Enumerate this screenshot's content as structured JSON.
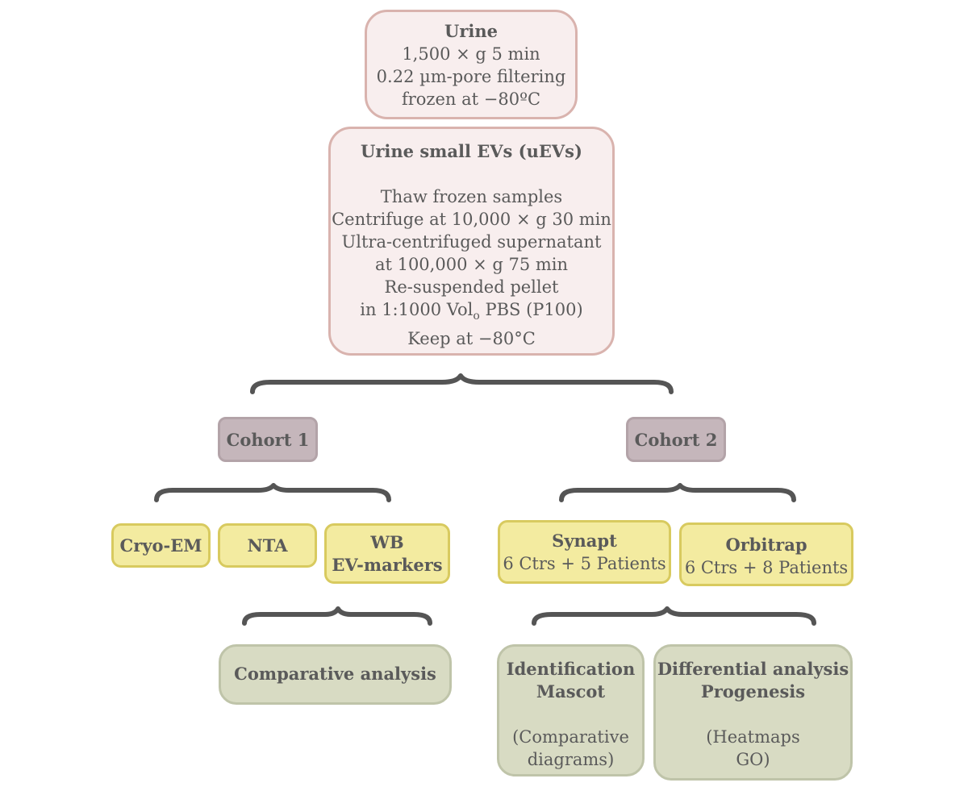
{
  "urine": {
    "title": "Urine",
    "lines": [
      "1,500 × g 5 min",
      "0.22 µm-pore filtering",
      "frozen at −80ºC"
    ]
  },
  "uevs": {
    "title": "Urine small EVs (uEVs)",
    "lines": [
      "Thaw frozen samples",
      "Centrifuge at 10,000 × g 30 min",
      "Ultra-centrifuged supernatant",
      "at 100,000 × g 75 min",
      "Re-suspended pellet"
    ],
    "pbs_prefix": "in 1:1000 Vol",
    "pbs_subscript": "o",
    "pbs_suffix": " PBS (P100)",
    "keep": "Keep at −80°C"
  },
  "cohort1": {
    "label": "Cohort 1"
  },
  "cohort2": {
    "label": "Cohort 2"
  },
  "cryoem": {
    "label": "Cryo-EM"
  },
  "nta": {
    "label": "NTA"
  },
  "wb": {
    "title": "WB",
    "subtitle": "EV-markers"
  },
  "synapt": {
    "title": "Synapt",
    "subtitle": "6 Ctrs + 5 Patients"
  },
  "orbitrap": {
    "title": "Orbitrap",
    "subtitle": "6 Ctrs + 8 Patients"
  },
  "comparative": {
    "label": "Comparative analysis"
  },
  "identification": {
    "title1": "Identification",
    "title2": "Mascot",
    "line1": "(Comparative",
    "line2": "diagrams)"
  },
  "differential": {
    "title1": "Differential analysis",
    "title2": "Progenesis",
    "line1": "(Heatmaps",
    "line2": "GO)"
  },
  "colors": {
    "pink_fill": "#f8eeee",
    "pink_border": "#d9b3ae",
    "mauve_fill": "#c5b6bb",
    "yellow_fill": "#f3eba0",
    "yellow_border": "#d8ca5f",
    "green_fill": "#d8dbc3",
    "text": "#5a5a5a",
    "bracket": "#555555"
  }
}
